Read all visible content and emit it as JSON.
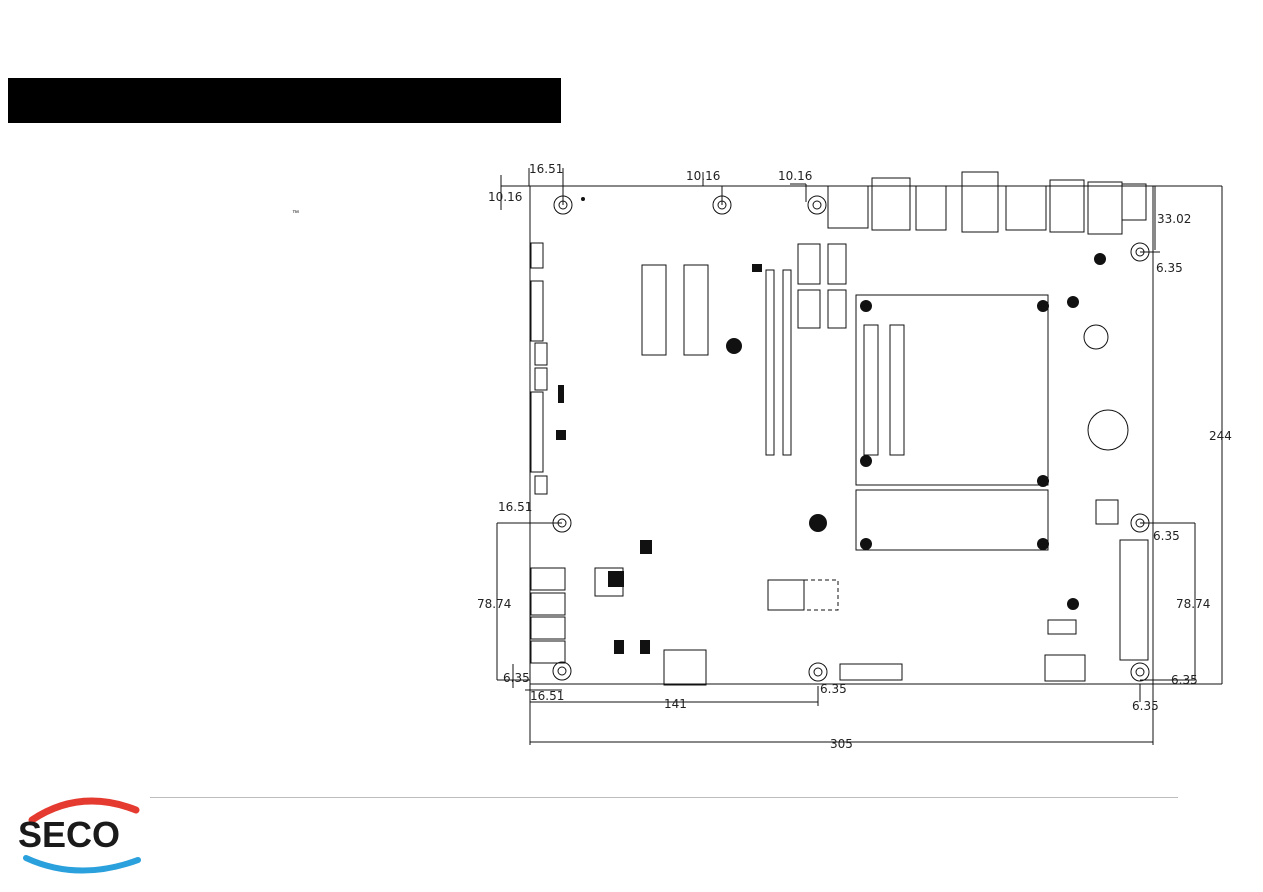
{
  "header": {
    "title": ""
  },
  "trademark": "™",
  "brand": {
    "logo_text": "SECO",
    "colors": {
      "arc_red": "#e53a2f",
      "arc_blue": "#2aa0dc",
      "text": "#1a1a1a"
    }
  },
  "drawing": {
    "dimensions": {
      "top_left_x": "16.51",
      "top_left_y": "10.16",
      "top_mid_1": "10.16",
      "top_mid_2": "10.16",
      "right_top": "33.02",
      "right_hole_1": "6.35",
      "height_total": "244",
      "left_mid": "16.51",
      "right_mid": "6.35",
      "left_span": "78.74",
      "right_span": "78.74",
      "bottom_left_y": "6.35",
      "bottom_left_x": "16.51",
      "bottom_mid": "6.35",
      "bottom_right_y": "6.35",
      "bottom_right_x": "6.35",
      "width_141": "141",
      "width_total": "305"
    }
  }
}
